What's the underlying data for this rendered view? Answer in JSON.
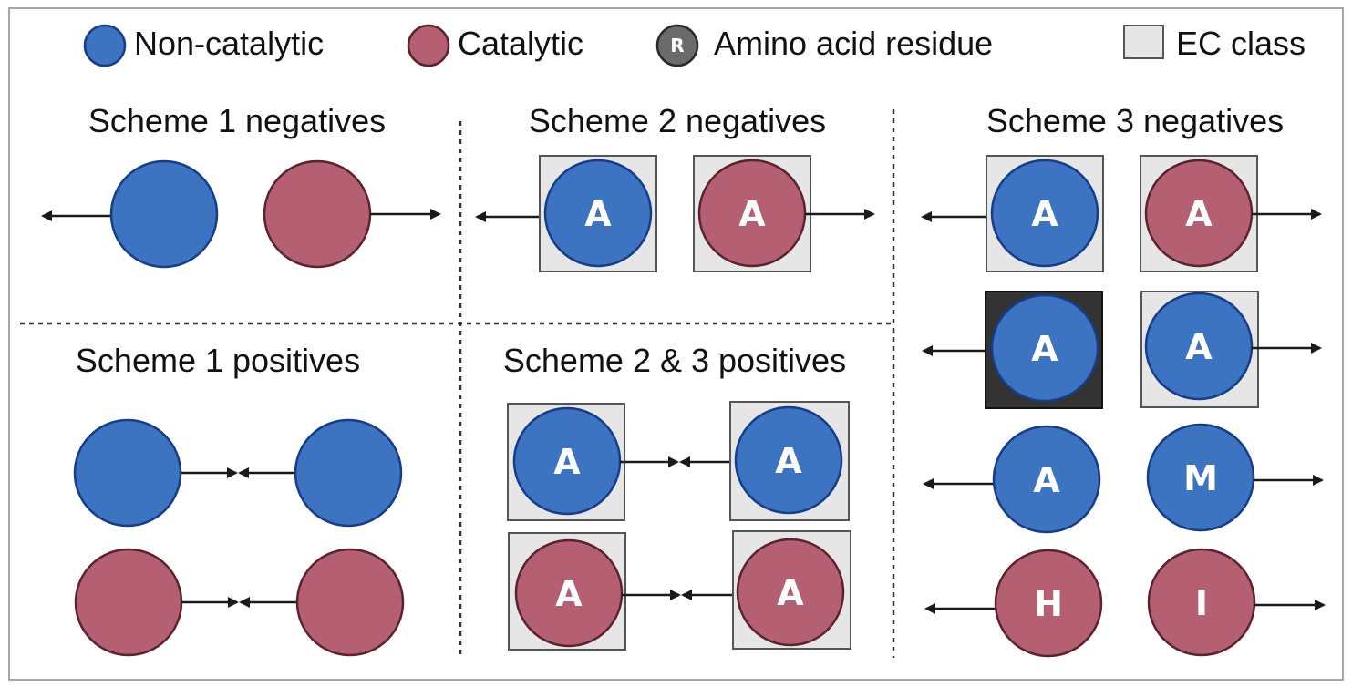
{
  "colors": {
    "non_catalytic_fill": "#3d74c1",
    "non_catalytic_stroke": "#163c8a",
    "catalytic_fill": "#b46072",
    "catalytic_stroke": "#5b2230",
    "residue_fill": "#6b6b6b",
    "ec_box_fill": "#e6e6e6",
    "ec_box_dark_fill": "#333333",
    "ec_box_stroke": "#555555",
    "arrow": "#1a1a1a",
    "frame": "#888888"
  },
  "legend": {
    "non_catalytic": "Non-catalytic",
    "catalytic": "Catalytic",
    "residue_symbol": "R",
    "residue": "Amino acid residue",
    "ec_class": "EC class"
  },
  "panels": {
    "scheme1_negatives": "Scheme 1 negatives",
    "scheme2_negatives": "Scheme 2 negatives",
    "scheme3_negatives": "Scheme 3 negatives",
    "scheme1_positives": "Scheme 1 positives",
    "scheme23_positives": "Scheme 2 & 3 positives"
  },
  "nodes": {
    "s2neg_1": "A",
    "s2neg_2": "A",
    "s3neg_r1a": "A",
    "s3neg_r1b": "A",
    "s3neg_r2a": "A",
    "s3neg_r2b": "A",
    "s3neg_r3a": "A",
    "s3neg_r3b": "M",
    "s3neg_r4a": "H",
    "s3neg_r4b": "I",
    "s23pos_r1a": "A",
    "s23pos_r1b": "A",
    "s23pos_r2a": "A",
    "s23pos_r2b": "A"
  }
}
